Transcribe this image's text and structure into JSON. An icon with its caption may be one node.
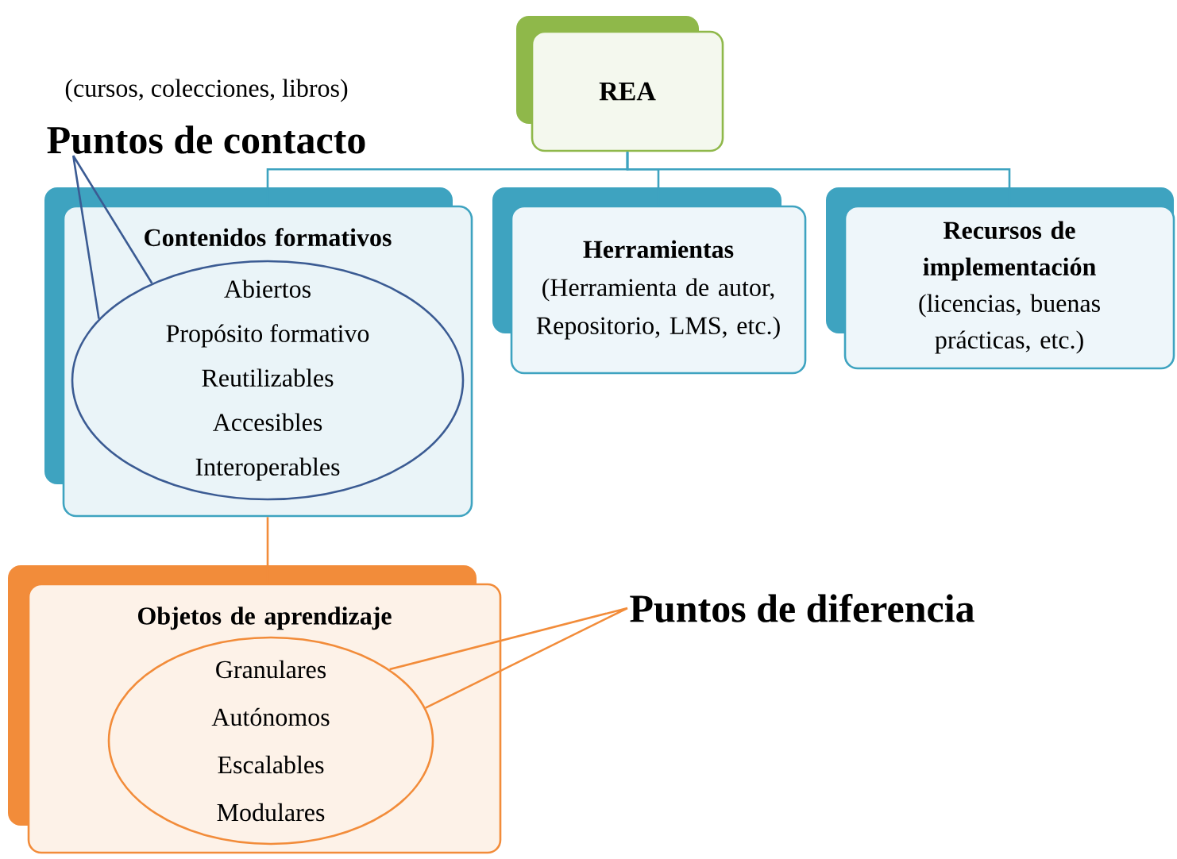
{
  "diagram": {
    "nodes": [
      {
        "text": [
          "REA"
        ]
      },
      {
        "text": [
          "Puntos de contacto"
        ]
      },
      {
        "text": [
          "Contenidos formativos"
        ]
      },
      {
        "text": [
          "Abiertos",
          "Propósito formativo",
          "Reutilizables",
          "Accesibles",
          "Interoperables"
        ],
        "in": 2
      },
      {
        "text": [
          "Herramientas",
          "(Herramienta de autor, Repositorio, LMS, etc.)"
        ]
      },
      {
        "text": [
          "Recursos de implementación",
          "(licencias, buenas prácticas, etc.)"
        ]
      },
      {
        "text": [
          "Objetos de aprendizaje"
        ]
      },
      {
        "text": [
          "Granulares",
          "Autónomos",
          "Escalables",
          "Modulares"
        ],
        "in": 6
      },
      {
        "text": [
          "Puntos de diferencia"
        ]
      }
    ],
    "edges": [
      {
        "from": 0,
        "to": 2,
        "arrow": "none"
      },
      {
        "from": 0,
        "to": 4,
        "arrow": "none"
      },
      {
        "from": 0,
        "to": 5,
        "arrow": "none"
      },
      {
        "from": 2,
        "to": 6,
        "arrow": "none",
        "color": "#f28c3a"
      },
      {
        "from": 3,
        "to": 1,
        "arrow": "none",
        "color": "#3b5b93"
      },
      {
        "from": 7,
        "to": 8,
        "arrow": "none",
        "color": "#f28c3a"
      }
    ],
    "labels": [
      "(cursos, colecciones, libros)"
    ]
  }
}
